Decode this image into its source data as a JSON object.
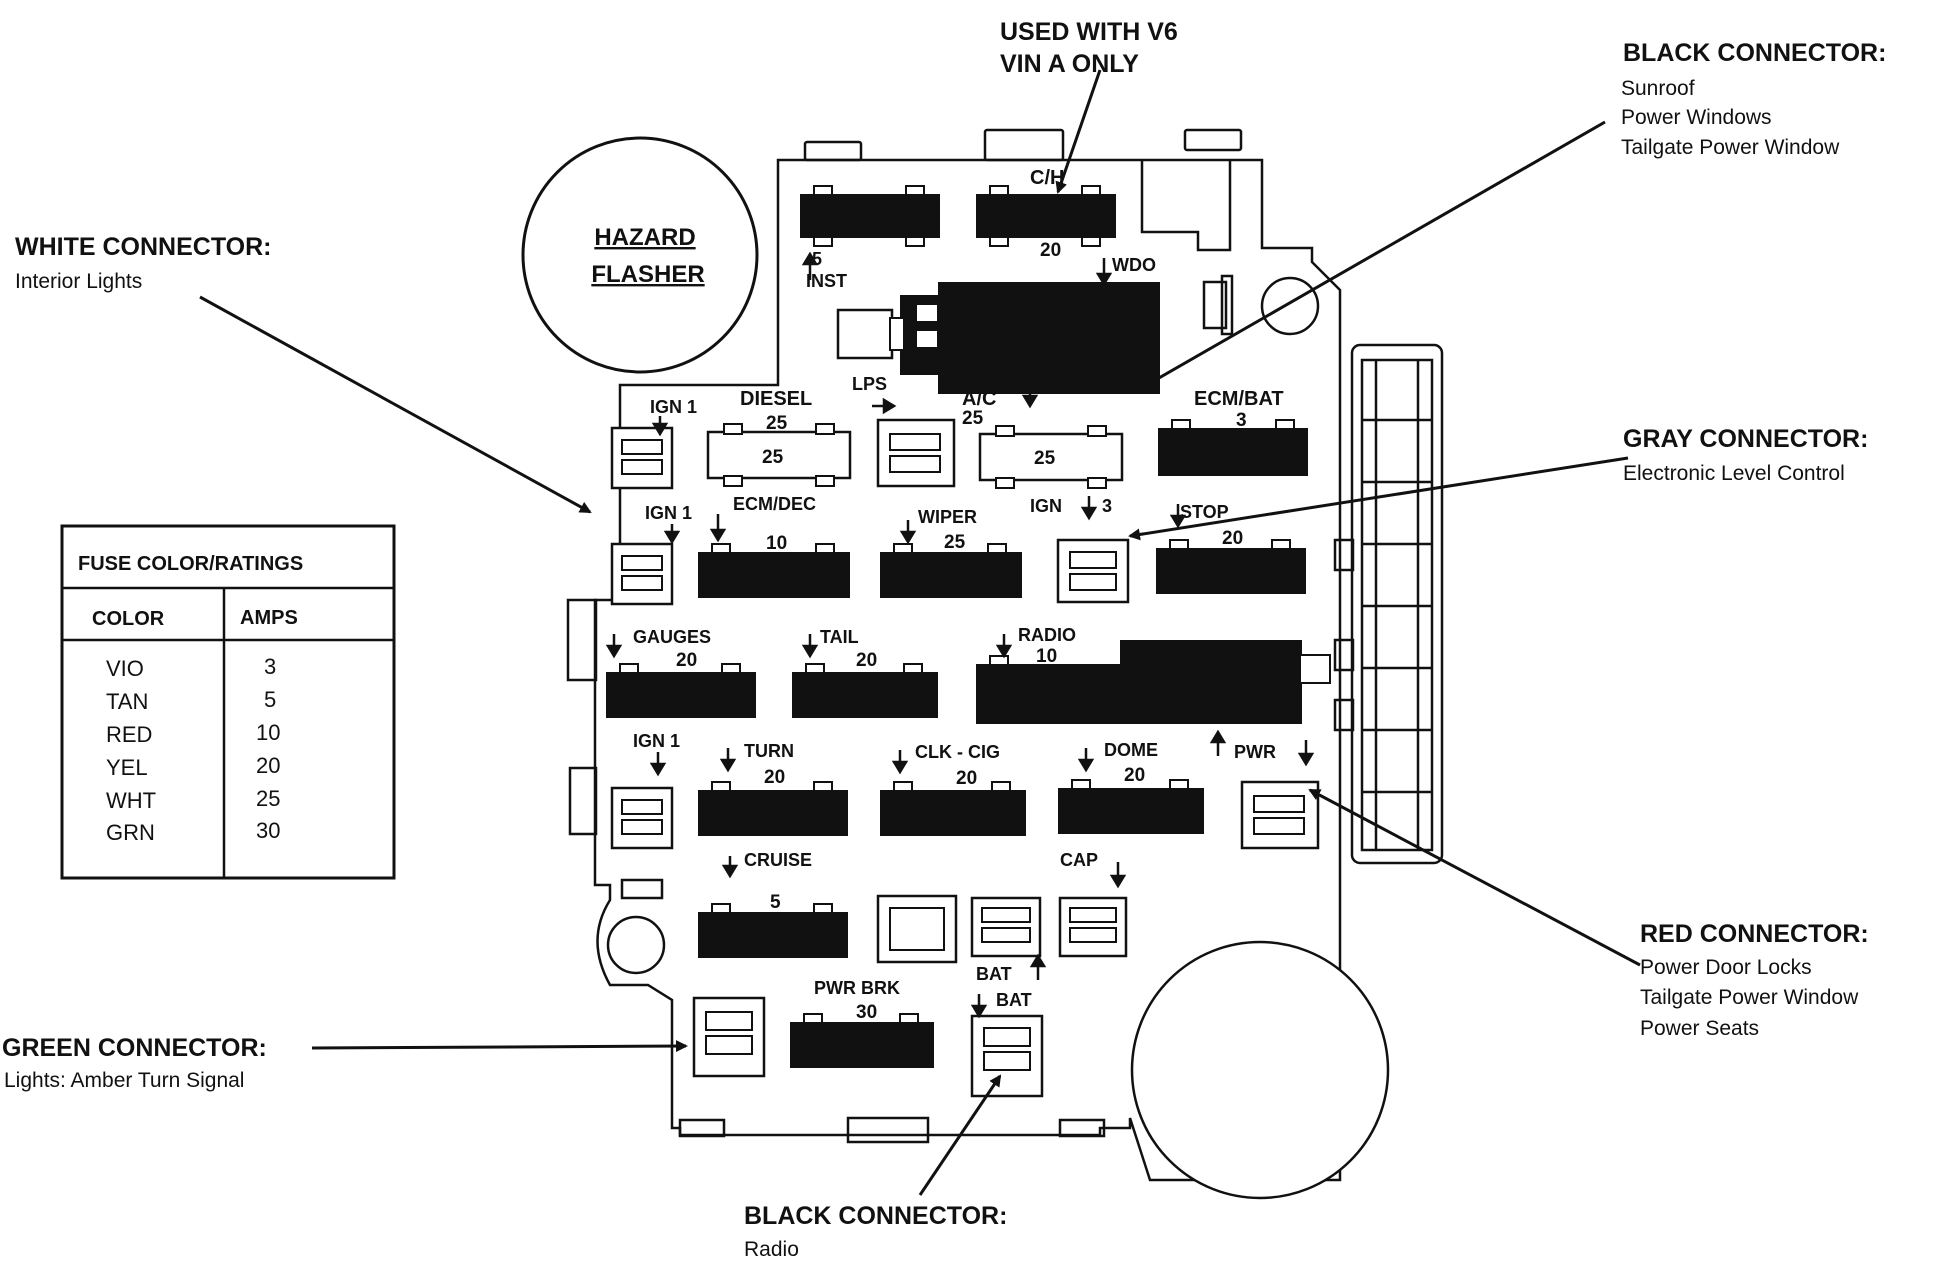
{
  "hazard_flasher": {
    "line1": "HAZARD",
    "line2": "FLASHER"
  },
  "top_note": {
    "line1": "USED WITH V6",
    "line2": "VIN A ONLY"
  },
  "callouts": {
    "black_top": {
      "title": "BLACK CONNECTOR:",
      "items": [
        "Sunroof",
        "Power Windows",
        "Tailgate Power Window"
      ]
    },
    "white": {
      "title": "WHITE CONNECTOR:",
      "items": [
        "Interior Lights"
      ]
    },
    "gray": {
      "title": "GRAY CONNECTOR:",
      "items": [
        "Electronic Level Control"
      ]
    },
    "red": {
      "title": "RED CONNECTOR:",
      "items": [
        "Power Door Locks",
        "Tailgate Power Window",
        "Power Seats"
      ]
    },
    "green": {
      "title": "GREEN CONNECTOR:",
      "items": [
        "Lights:  Amber Turn Signal"
      ]
    },
    "black_bottom": {
      "title": "BLACK CONNECTOR:",
      "items": [
        "Radio"
      ]
    }
  },
  "fuse_table": {
    "title": "FUSE COLOR/RATINGS",
    "col_color": "COLOR",
    "col_amps": "AMPS",
    "rows": [
      {
        "color": "VIO",
        "amps": "3"
      },
      {
        "color": "TAN",
        "amps": "5"
      },
      {
        "color": "RED",
        "amps": "10"
      },
      {
        "color": "YEL",
        "amps": "20"
      },
      {
        "color": "WHT",
        "amps": "25"
      },
      {
        "color": "GRN",
        "amps": "30"
      }
    ]
  },
  "fuses": {
    "inst": {
      "name": "INST",
      "amps": "5"
    },
    "ch": {
      "name": "C/H",
      "amps": "20"
    },
    "wdo": {
      "name": "WDO"
    },
    "diesel": {
      "name": "DIESEL",
      "amps_label": "25",
      "amps": "25"
    },
    "lps": {
      "name": "LPS"
    },
    "ac": {
      "name": "A/C",
      "amps_label": "25",
      "amps": "25"
    },
    "ecm_bat": {
      "name": "ECM/BAT",
      "amps": "3"
    },
    "ign1_a": {
      "name": "IGN 1"
    },
    "ign1_b": {
      "name": "IGN 1"
    },
    "ecm_dec": {
      "name": "ECM/DEC",
      "amps": "10"
    },
    "wiper": {
      "name": "WIPER",
      "amps": "25"
    },
    "ign3": {
      "name": "IGN",
      "num": "3"
    },
    "stop": {
      "name": "STOP",
      "amps": "20"
    },
    "gauges": {
      "name": "GAUGES",
      "amps": "20"
    },
    "tail": {
      "name": "TAIL",
      "amps": "20"
    },
    "radio": {
      "name": "RADIO",
      "amps": "10"
    },
    "ign1_c": {
      "name": "IGN 1"
    },
    "turn": {
      "name": "TURN",
      "amps": "20"
    },
    "clk_cig": {
      "name": "CLK - CIG",
      "amps": "20"
    },
    "dome": {
      "name": "DOME",
      "amps": "20"
    },
    "pwr": {
      "name": "PWR"
    },
    "cruise": {
      "name": "CRUISE",
      "amps": "5"
    },
    "cap": {
      "name": "CAP"
    },
    "bat_a": {
      "name": "BAT"
    },
    "bat_b": {
      "name": "BAT"
    },
    "pwr_brk": {
      "name": "PWR BRK",
      "amps": "30"
    }
  }
}
